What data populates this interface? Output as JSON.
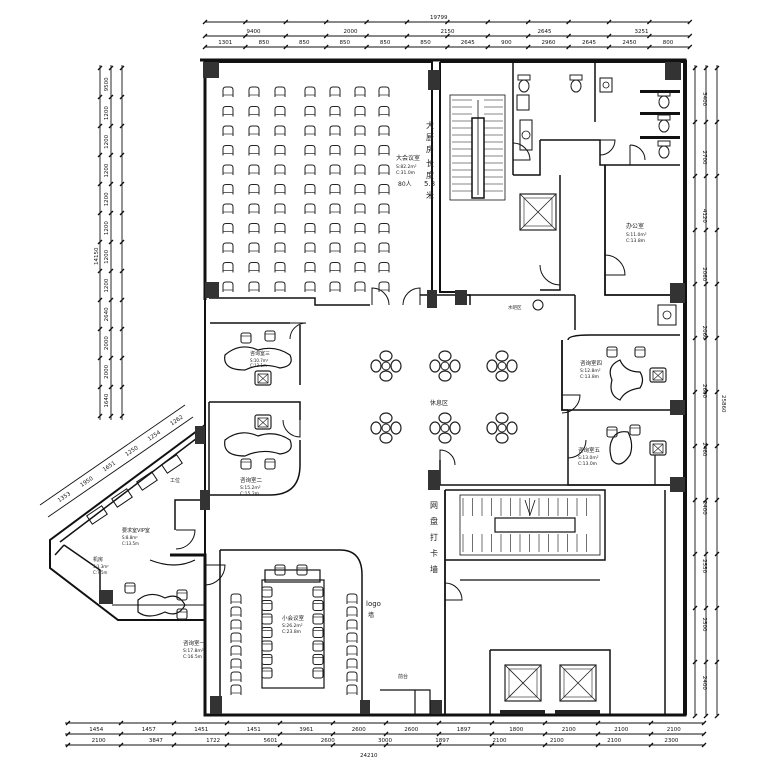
{
  "drawing": {
    "dims_top_total": "19799",
    "dims_top": [
      "9400",
      "2000",
      "2150",
      "2645",
      "3251"
    ],
    "dims_top_2": [
      "1301",
      "850",
      "850",
      "850",
      "850",
      "850",
      "2645",
      "900",
      "2960",
      "2645",
      "2450",
      "800"
    ],
    "dims_bottom_total": "24210",
    "dims_bottom": [
      "2100",
      "3847",
      "1722",
      "5601",
      "2600",
      "3000",
      "1897",
      "2100",
      "2100",
      "2100",
      "2300"
    ],
    "dims_bottom_2": [
      "1454",
      "1457",
      "1451",
      "1451",
      "3961",
      "2600",
      "2600",
      "1897",
      "1800",
      "2100",
      "2100",
      "2100"
    ],
    "dims_left_total": "14150",
    "dims_left": [
      "9500",
      "1200",
      "1200",
      "1200",
      "1200",
      "1200",
      "1200",
      "1200",
      "2640",
      "2000",
      "2000",
      "1640"
    ],
    "dims_right_total": "25860",
    "dims_right": [
      "3400",
      "2700",
      "4120",
      "2060",
      "2060",
      "2600",
      "2460",
      "2400",
      "2550",
      "2500",
      "2400"
    ],
    "dims_diag": [
      "1353",
      "1950",
      "1651",
      "1250",
      "1254",
      "1262"
    ]
  },
  "rooms": {
    "big_meeting": {
      "name": "大会议室",
      "s": "S:82.2m²",
      "c": "C:31.0m",
      "cap": "80人"
    },
    "stairs_note": [
      "大",
      "厨",
      "房",
      "长",
      "度",
      "5.8",
      "米"
    ],
    "office": {
      "name": "办公室",
      "s": "S:11.0m²",
      "c": "C:13.8m"
    },
    "consult4": {
      "name": "咨询室四",
      "s": "S:12.8m²",
      "c": "C:13.8m"
    },
    "consult5": {
      "name": "咨询室五",
      "s": "S:13.0m²",
      "c": "C:13.0m"
    },
    "consult3": {
      "name": "咨询室三",
      "s": "S:10.7m²",
      "c": "C:13.1m"
    },
    "consult2": {
      "name": "咨询室二",
      "s": "S:15.2m²",
      "c": "C:15.2m"
    },
    "consult1": {
      "name": "咨询室一",
      "s": "S:17.8m²",
      "c": "C:16.5m"
    },
    "rest": {
      "name": "休息区"
    },
    "water": {
      "name": "水吧区"
    },
    "vip_meeting": {
      "name": "要求室VIP室",
      "s": "S:8.8m²",
      "c": "C:13.5m"
    },
    "server": {
      "name": "机房",
      "s": "S:3.3m²",
      "c": "C:7.5m"
    },
    "workarea": {
      "name": "工位"
    },
    "small_meeting": {
      "name": "小会议室",
      "s": "S:26.2m²",
      "c": "C:23.8m"
    },
    "logo": "logo",
    "logo_wall": "墙",
    "front_desk": "前台",
    "print": [
      "网",
      "盘",
      "打",
      "卡",
      "墙"
    ]
  }
}
